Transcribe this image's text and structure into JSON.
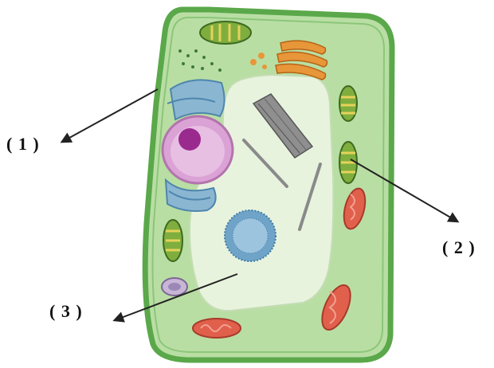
{
  "labels": {
    "one": "( 1 )",
    "two": "( 2 )",
    "three": "( 3 )"
  },
  "colors": {
    "cell_wall": "#5aa84a",
    "cytoplasm": "#b9dea4",
    "vacuole": "#e8f3de",
    "nucleus": "#dba2d6",
    "nucleolus": "#9a2a8e",
    "chloroplast": "#7fae3e",
    "mitochondrion": "#e0604c",
    "golgi": "#e8963a",
    "er": "#8bb6d2",
    "arrow": "#222222"
  }
}
